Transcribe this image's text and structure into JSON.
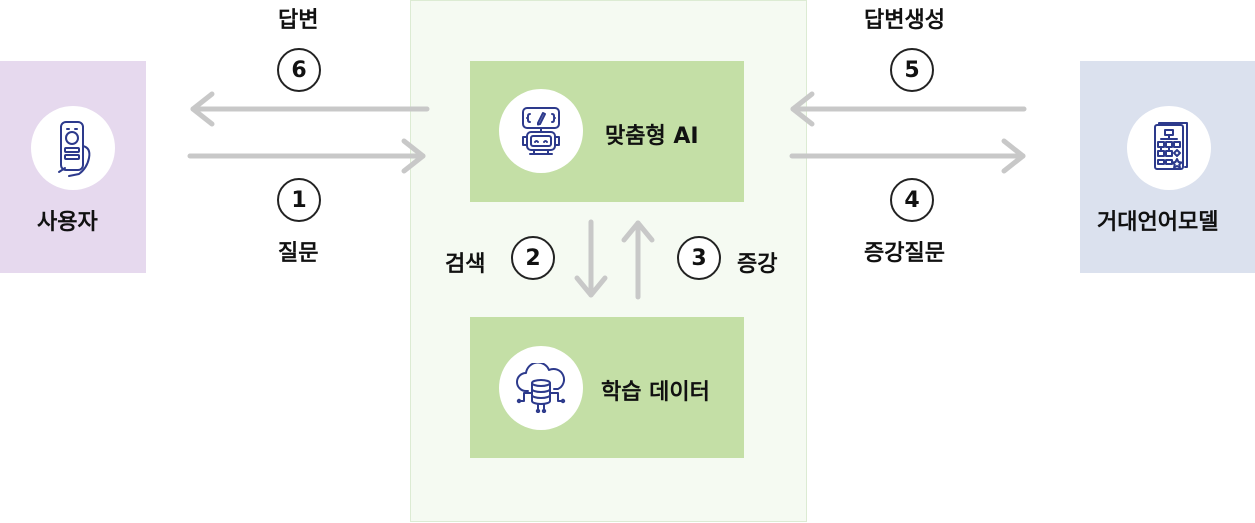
{
  "nodes": {
    "user": {
      "label": "사용자",
      "icon": "smartphone-hand-icon",
      "color": "#e6d9ee"
    },
    "ai": {
      "label": "맞춤형 AI",
      "icon": "robot-icon",
      "color": "#c4dfa6"
    },
    "data": {
      "label": "학습 데이터",
      "icon": "cloud-database-icon",
      "color": "#c4dfa6"
    },
    "llm": {
      "label": "거대언어모델",
      "icon": "flowchart-document-icon",
      "color": "#dbe1ee"
    }
  },
  "steps": [
    {
      "number": "1",
      "label": "질문"
    },
    {
      "number": "2",
      "label": "검색"
    },
    {
      "number": "3",
      "label": "증강"
    },
    {
      "number": "4",
      "label": "증강질문"
    },
    {
      "number": "5",
      "label": "답변생성"
    },
    {
      "number": "6",
      "label": "답변"
    }
  ],
  "colors": {
    "arrow": "#c8c8c8",
    "panel": "#f5faf2"
  }
}
